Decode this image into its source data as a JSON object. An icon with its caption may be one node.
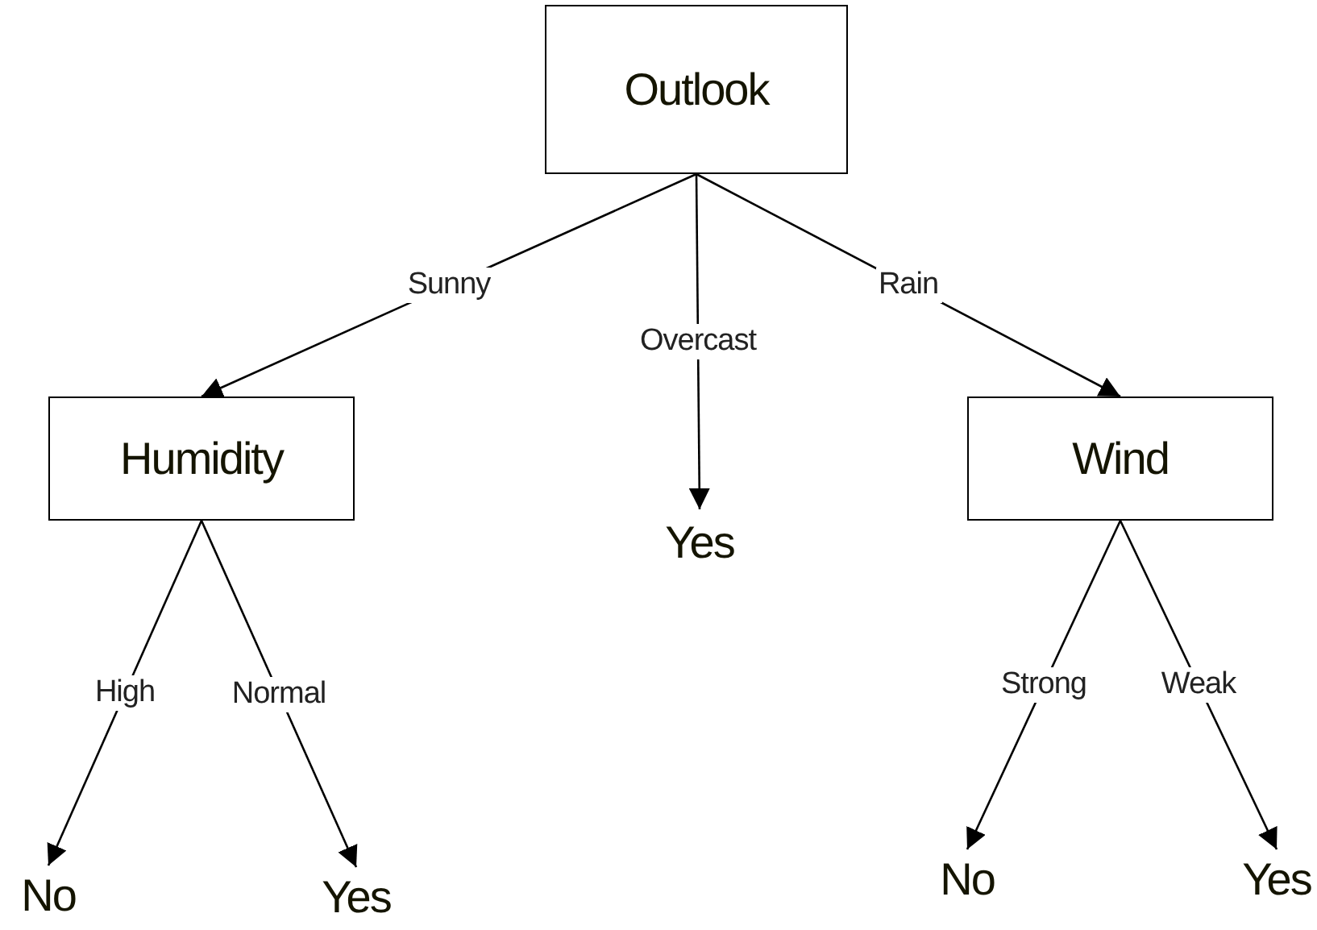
{
  "diagram": {
    "nodes": [
      {
        "text": [
          "Outlook"
        ]
      },
      {
        "text": [
          "Humidity"
        ]
      },
      {
        "text": [
          "Yes"
        ]
      },
      {
        "text": [
          "Wind"
        ]
      },
      {
        "text": [
          "No"
        ]
      },
      {
        "text": [
          "Yes"
        ]
      },
      {
        "text": [
          "No"
        ]
      },
      {
        "text": [
          "Yes"
        ]
      }
    ],
    "edges": [
      {
        "from": 0,
        "to": 1,
        "arrow": "to",
        "label": "Sunny"
      },
      {
        "from": 0,
        "to": 2,
        "arrow": "to",
        "label": "Overcast"
      },
      {
        "from": 0,
        "to": 3,
        "arrow": "to",
        "label": "Rain"
      },
      {
        "from": 1,
        "to": 4,
        "arrow": "to",
        "label": "High"
      },
      {
        "from": 1,
        "to": 5,
        "arrow": "to",
        "label": "Normal"
      },
      {
        "from": 3,
        "to": 6,
        "arrow": "to",
        "label": "Strong"
      },
      {
        "from": 3,
        "to": 7,
        "arrow": "to",
        "label": "Weak"
      }
    ]
  }
}
